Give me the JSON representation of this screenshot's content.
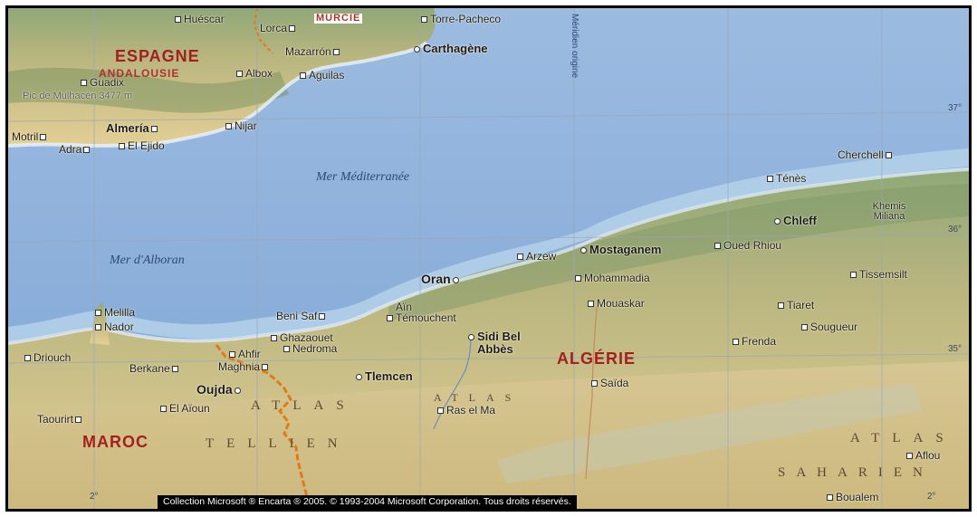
{
  "map": {
    "seas": {
      "mediterranean": "Mer Méditerranée",
      "alboran": "Mer d'Alboran"
    },
    "countries": {
      "spain": "ESPAGNE",
      "algeria": "ALGÉRIE",
      "morocco": "MAROC"
    },
    "regions": {
      "andalousie": "ANDALOUSIE",
      "murcie": "MURCIE"
    },
    "ranges": {
      "atlas_tellien_1": "ATLAS",
      "atlas_tellien_2": "TELLIEN",
      "atlas_mid": "ATLAS",
      "atlas_saharien_1": "ATLAS",
      "atlas_saharien_2": "SAHARIEN"
    },
    "meridian_label": "Méridien origine",
    "peak": "Pic de Mulhacén 3477 m",
    "coords": {
      "lat37": "37°",
      "lat36": "36°",
      "lat35": "35°",
      "lon2w": "2°",
      "lon2e": "2°"
    },
    "cities": {
      "huescar": "Huéscar",
      "lorca": "Lorca",
      "torre_pacheco": "Torre-Pacheco",
      "mazarron": "Mazarrón",
      "carthagene": "Carthagène",
      "guadix": "Guadix",
      "albox": "Albox",
      "aguilas": "Aguilas",
      "almeria": "Almería",
      "nijar": "Nijar",
      "motril": "Motril",
      "adra": "Adra",
      "el_ejido": "El Ejido",
      "cherchell": "Cherchell",
      "tenes": "Ténès",
      "khemis_miliana": "Khemis Miliana",
      "chlef": "Chleff",
      "arzew": "Arzew",
      "mostaganem": "Mostaganem",
      "oued_rhiou": "Oued Rhiou",
      "oran": "Oran",
      "mohammadia": "Mohammadia",
      "tissemsilt": "Tissemsilt",
      "melilla": "Melilla",
      "nador": "Nador",
      "beni_saf": "Beni Saf",
      "ain_temouchent_1": "Aïn",
      "ain_temouchent_2": "Témouchent",
      "mouaskar": "Mouaskar",
      "tiaret": "Tiaret",
      "sougueur": "Sougueur",
      "ghazaouet": "Ghazaouet",
      "nedroma": "Nedroma",
      "sidi_bel_abbes_1": "Sidi Bel",
      "sidi_bel_abbes_2": "Abbès",
      "frenda": "Frenda",
      "driouch": "Driouch",
      "ahfir": "Ahfir",
      "berkane": "Berkane",
      "maghnia": "Maghnia",
      "tlemcen": "Tlemcen",
      "oujda": "Oujda",
      "saida": "Saïda",
      "el_aioun": "El Aïoun",
      "ras_el_ma": "Ras el Ma",
      "taourirt": "Taourirt",
      "aflou": "Aflou",
      "boualem": "Boualem"
    },
    "credit": "Collection Microsoft ® Encarta ® 2005. © 1993-2004 Microsoft Corporation. Tous droits réservés."
  }
}
